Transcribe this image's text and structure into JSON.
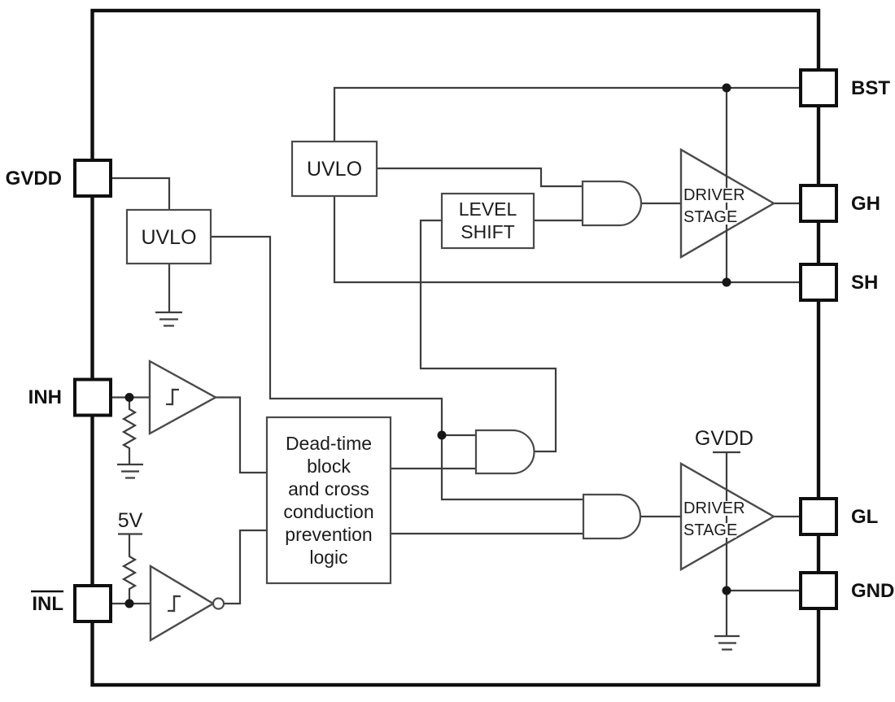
{
  "pins": {
    "gvdd": {
      "label": "GVDD"
    },
    "inh": {
      "label": "INH"
    },
    "inl": {
      "label": "INL",
      "overline": true
    },
    "bst": {
      "label": "BST"
    },
    "gh": {
      "label": "GH"
    },
    "sh": {
      "label": "SH"
    },
    "gl": {
      "label": "GL"
    },
    "gnd": {
      "label": "GND"
    }
  },
  "blocks": {
    "uvlo_gvdd": {
      "label": "UVLO"
    },
    "uvlo_bootstrap": {
      "label": "UVLO"
    },
    "level_shift": {
      "lines": [
        "LEVEL",
        "SHIFT"
      ]
    },
    "deadtime": {
      "lines": [
        "Dead-time",
        "block",
        "and cross",
        "conduction",
        "prevention",
        "logic"
      ]
    },
    "driver_high": {
      "lines": [
        "DRIVER",
        "STAGE"
      ]
    },
    "driver_low": {
      "lines": [
        "DRIVER",
        "STAGE"
      ]
    }
  },
  "annotations": {
    "pullup_supply": "5V",
    "low_driver_supply": "GVDD"
  },
  "colors": {
    "background": "#ffffff",
    "chip_border": "#0f0f0f",
    "wire": "#3d3d3d",
    "text": "#1c1c1c"
  }
}
